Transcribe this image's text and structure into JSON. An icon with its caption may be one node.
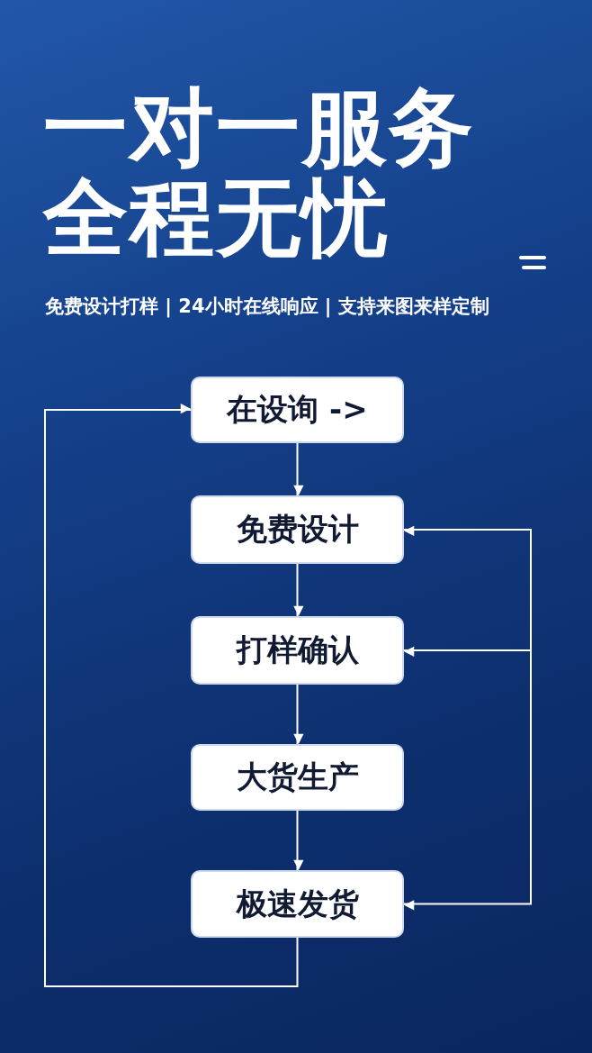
{
  "diagram": {
    "title": "一对一服务全程无忧",
    "nodes": [
      {
        "text": [
          "在设询 ->"
        ]
      },
      {
        "text": [
          "免费设计"
        ]
      },
      {
        "text": [
          "打样确认"
        ]
      },
      {
        "text": [
          "大货生产"
        ]
      },
      {
        "text": [
          "极速发货"
        ]
      }
    ],
    "edges": [
      {
        "from": 0,
        "to": 1,
        "arrow": "to"
      },
      {
        "from": 1,
        "to": 2,
        "arrow": "to"
      },
      {
        "from": 2,
        "to": 3,
        "arrow": "to"
      },
      {
        "from": 3,
        "to": 4,
        "arrow": "to"
      },
      {
        "from": 4,
        "to": 0,
        "arrow": "to"
      },
      {
        "from": null,
        "to": 1,
        "arrow": "to"
      },
      {
        "from": null,
        "to": 2,
        "arrow": "to"
      },
      {
        "from": null,
        "to": 4,
        "arrow": "to"
      }
    ],
    "labels": [
      "免费设计打样 | 24小时在线响应 | 支持来图来样定制"
    ]
  }
}
